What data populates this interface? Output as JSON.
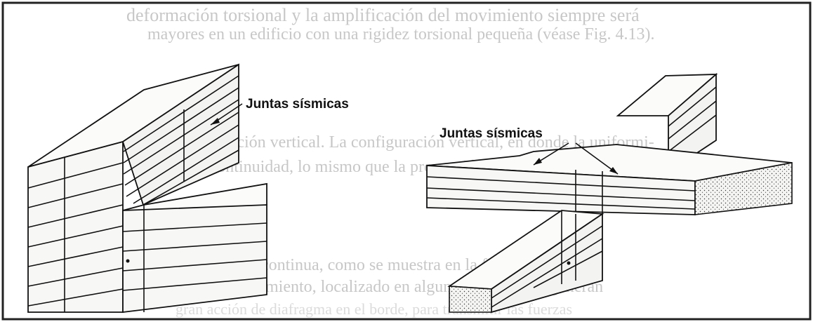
{
  "figure": {
    "label_left": "Juntas sísmicas",
    "label_right": "Juntas sísmicas",
    "background_text": [
      "deformación torsional y la amplificación del movimiento siempre será",
      "mayores en un edificio con una rigidez torsional pequeña (véase Fig. 4.13).",
      "Configuración vertical. La configuración vertical, en donde la uniformi-",
      "dad y continuidad, lo mismo que la proporción,",
      "vertical es discontinua, como se muestra en la figura 4.11,",
      "un gran movimiento, localizado en alguna porción y se generan",
      "gran acción de diafragma en el borde, para transmitir las fuerzas"
    ],
    "colors": {
      "ink": "#111111",
      "paper": "#ffffff",
      "bleed_through": "#9a9a9a",
      "frame": "#222222"
    }
  }
}
